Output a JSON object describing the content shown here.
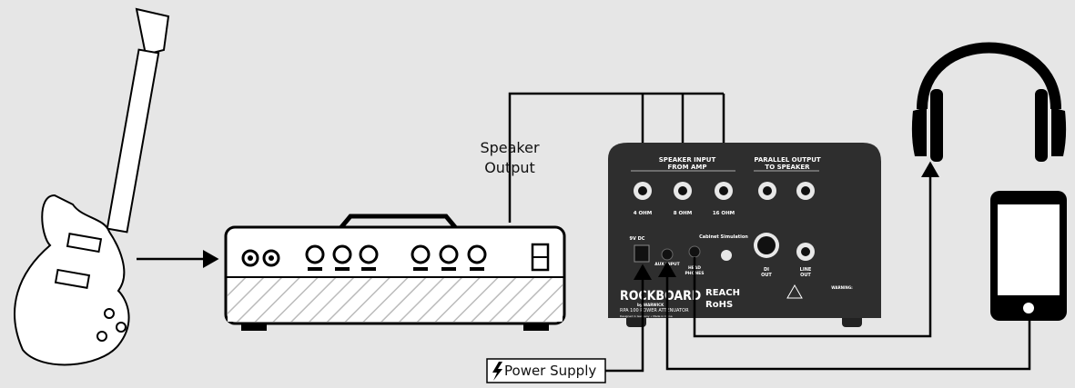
{
  "labels": {
    "speaker_output_line1": "Speaker",
    "speaker_output_line2": "Output",
    "power_supply": "Power Supply"
  },
  "device": {
    "speaker_input_line1": "SPEAKER INPUT",
    "speaker_input_line2": "FROM AMP",
    "parallel_line1": "PARALLEL OUTPUT",
    "parallel_line2": "TO SPEAKER",
    "ohm_labels": [
      "4 OHM",
      "8 OHM",
      "16 OHM"
    ],
    "dc_label": "9V DC",
    "aux_label": "AUX INPUT",
    "headphones_label1": "HEAD",
    "headphones_label2": "PHONES",
    "cab_sim": "Cabinet Simulation",
    "di_label1": "DI",
    "di_label2": "OUT",
    "line_label1": "LINE",
    "line_label2": "OUT",
    "brand": "ROCKBOARD",
    "brand_sub": "by WARWICK",
    "model": "RPA 100 POWER ATTENUATOR",
    "origin": "Designed in Germany • Made in China",
    "cert1": "REACH",
    "cert2": "RoHS",
    "warning": "WARNING:"
  },
  "icons": [
    "guitar-icon",
    "amp-head-icon",
    "headphones-icon",
    "smartphone-icon",
    "lightning-icon"
  ]
}
